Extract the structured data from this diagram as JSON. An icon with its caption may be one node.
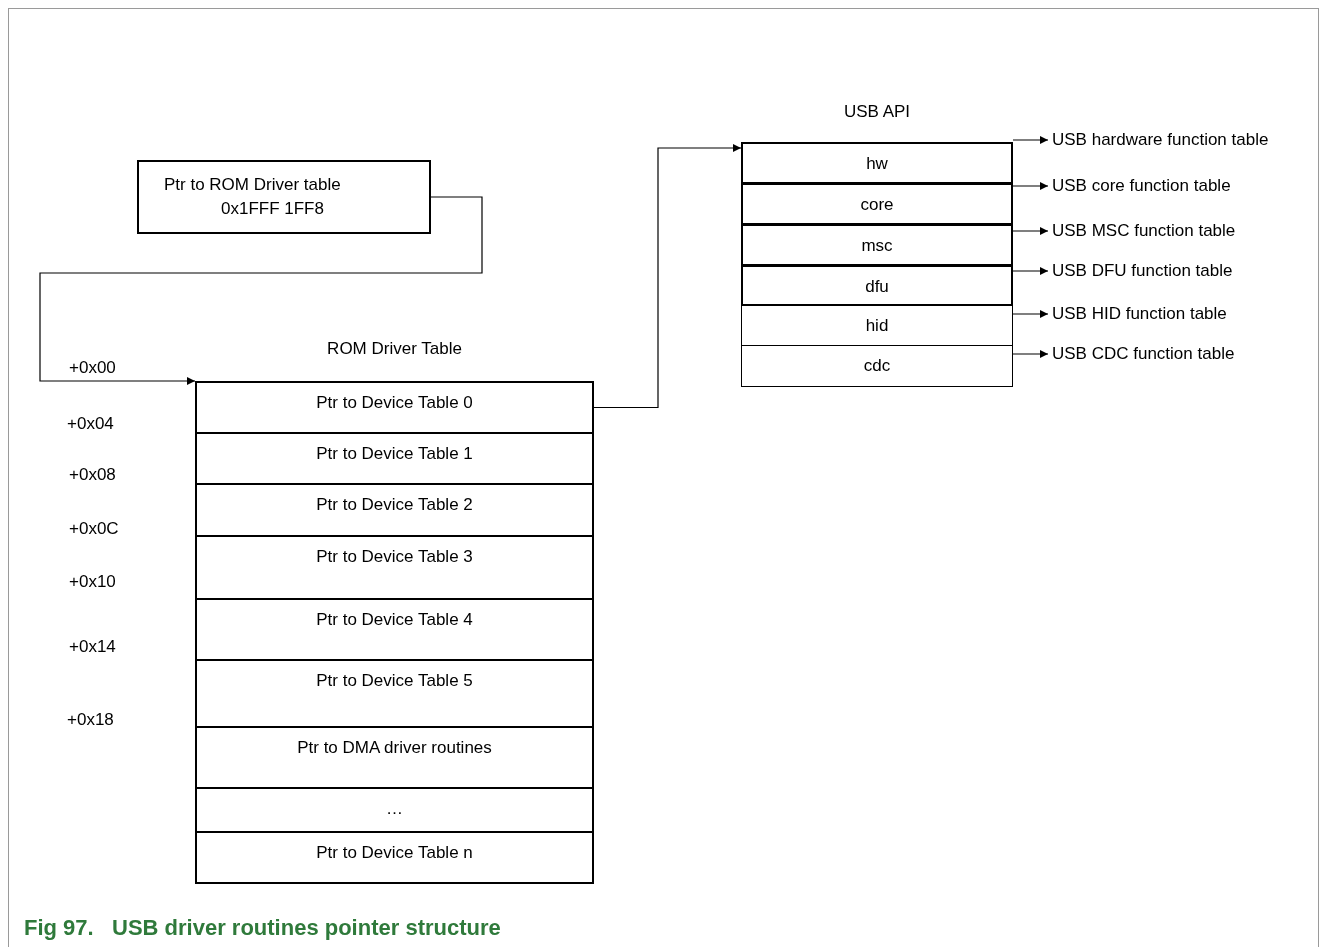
{
  "diagram": {
    "caption": "Fig 97.   USB driver routines pointer structure",
    "nodes": [
      {
        "text": [
          "Ptr to ROM Driver table",
          "0x1FFF 1FF8"
        ]
      },
      {
        "text": [
          "ROM Driver Table"
        ]
      },
      {
        "text": [
          "Ptr to Device Table 0"
        ],
        "in": 1
      },
      {
        "text": [
          "Ptr to Device Table 1"
        ],
        "in": 1
      },
      {
        "text": [
          "Ptr to Device Table 2"
        ],
        "in": 1
      },
      {
        "text": [
          "Ptr to Device Table 3"
        ],
        "in": 1
      },
      {
        "text": [
          "Ptr to Device Table 4"
        ],
        "in": 1
      },
      {
        "text": [
          "Ptr to Device Table 5"
        ],
        "in": 1
      },
      {
        "text": [
          "Ptr to DMA driver routines"
        ],
        "in": 1
      },
      {
        "text": [
          "…"
        ],
        "in": 1
      },
      {
        "text": [
          "Ptr to Device Table n"
        ],
        "in": 1
      },
      {
        "text": [
          "USB API"
        ]
      },
      {
        "text": [
          "hw"
        ],
        "in": 11
      },
      {
        "text": [
          "core"
        ],
        "in": 11
      },
      {
        "text": [
          "msc"
        ],
        "in": 11
      },
      {
        "text": [
          "dfu"
        ],
        "in": 11
      },
      {
        "text": [
          "hid"
        ],
        "in": 11
      },
      {
        "text": [
          "cdc"
        ],
        "in": 11
      },
      {
        "text": [
          "USB hardware function table"
        ]
      },
      {
        "text": [
          "USB core function table"
        ]
      },
      {
        "text": [
          "USB MSC function table"
        ]
      },
      {
        "text": [
          "USB DFU function table"
        ]
      },
      {
        "text": [
          "USB HID function table"
        ]
      },
      {
        "text": [
          "USB CDC function table"
        ]
      }
    ],
    "edges": [
      {
        "from": 0,
        "to": 2,
        "arrow": "to"
      },
      {
        "from": 2,
        "to": 12,
        "arrow": "to"
      },
      {
        "from": 12,
        "to": 18,
        "arrow": "to"
      },
      {
        "from": 13,
        "to": 19,
        "arrow": "to"
      },
      {
        "from": 14,
        "to": 20,
        "arrow": "to"
      },
      {
        "from": 15,
        "to": 21,
        "arrow": "to"
      },
      {
        "from": 16,
        "to": 22,
        "arrow": "to"
      },
      {
        "from": 17,
        "to": 23,
        "arrow": "to"
      }
    ],
    "labels": [
      "+0x00",
      "+0x04",
      "+0x08",
      "+0x0C",
      "+0x10",
      "+0x14",
      "+0x18"
    ]
  }
}
